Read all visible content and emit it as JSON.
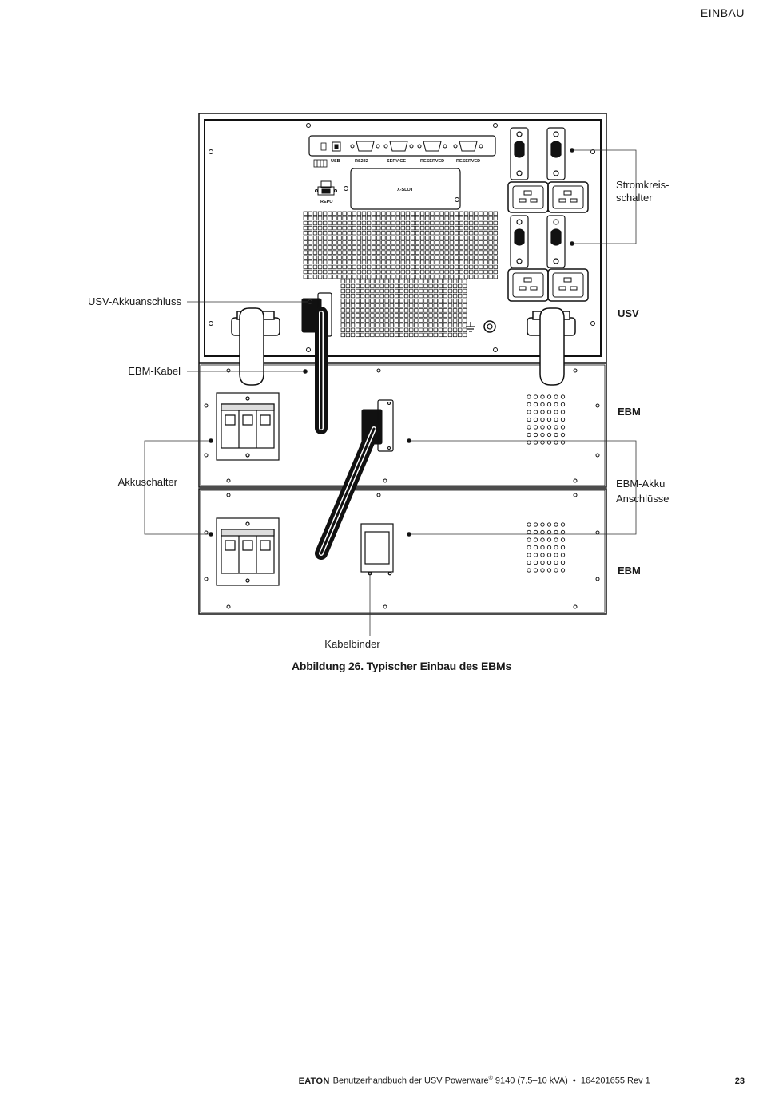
{
  "header": {
    "section": "EINBAU"
  },
  "figure": {
    "labels": {
      "breaker_line1": "Stromkreis-",
      "breaker_line2": "schalter",
      "ups": "USV",
      "ups_battery_connector": "USV-Akkuanschluss",
      "ebm_cable": "EBM-Kabel",
      "ebm_top": "EBM",
      "battery_breaker": "Akkuschalter",
      "ebm_connectors_line1": "EBM-Akku",
      "ebm_connectors_line2": "Anschlüsse",
      "ebm_bottom": "EBM",
      "cable_tie": "Kabelbinder"
    },
    "panel_labels": {
      "usb": "USB",
      "rs232": "RS232",
      "service": "SERVICE",
      "reserved1": "RESERVED",
      "reserved2": "RESERVED",
      "xslot": "X-SLOT",
      "repo": "REPO"
    },
    "caption": "Abbildung 26. Typischer Einbau des EBMs"
  },
  "footer": {
    "brand": "EATON",
    "doc_prefix": "Benutzerhandbuch der USV Powerware",
    "registered": "®",
    "doc_suffix": " 9140 (7,5–10 kVA)  •  164201655 Rev 1",
    "page_number": "23"
  }
}
